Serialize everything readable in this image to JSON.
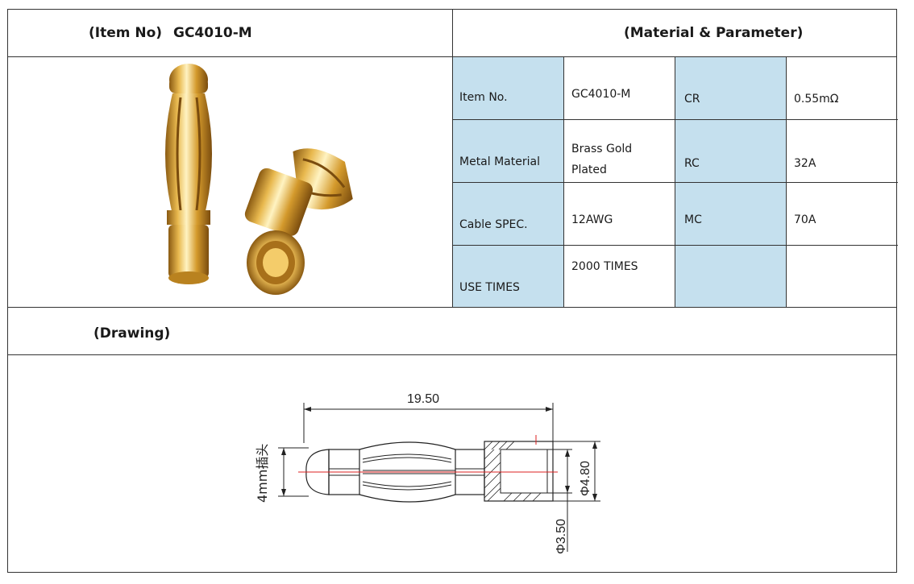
{
  "header": {
    "item_no_label": "(Item No)",
    "item_no_value": "GC4010-M",
    "material_title": "(Material & Parameter)"
  },
  "params": [
    {
      "label": "Item No.",
      "value": "GC4010-M",
      "label2": "CR",
      "value2": "0.55mΩ"
    },
    {
      "label": "Metal Material",
      "value": "Brass Gold Plated",
      "label2": "RC",
      "value2": "32A"
    },
    {
      "label": "Cable SPEC.",
      "value": "12AWG",
      "label2": "MC",
      "value2": "70A"
    },
    {
      "label": "USE TIMES",
      "value": "2000 TIMES",
      "label2": "",
      "value2": ""
    }
  ],
  "drawing": {
    "title": "(Drawing)",
    "length": "19.50",
    "side_label": "4mm插头",
    "outer_dia": "Φ4.80",
    "inner_dia": "Φ3.50"
  },
  "colors": {
    "param_label_bg": "#c5e0ee",
    "gold": "#d9a441"
  }
}
